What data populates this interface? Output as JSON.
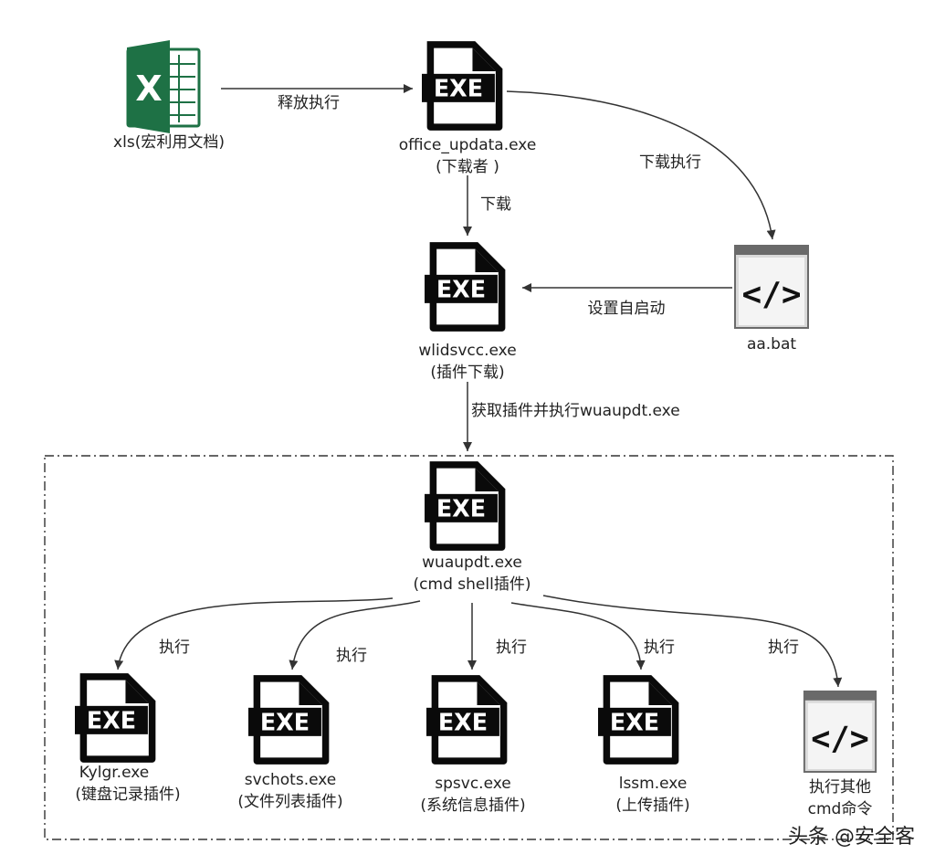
{
  "nodes": {
    "xls": {
      "label": "xls(宏利用文档)"
    },
    "office_updata": {
      "label": "office_updata.exe",
      "sub": "(下载者 )"
    },
    "wlidsvcc": {
      "label": "wlidsvcc.exe",
      "sub": "(插件下载)"
    },
    "aa_bat": {
      "label": "aa.bat"
    },
    "wuaupdt": {
      "label": "wuaupdt.exe",
      "sub": "(cmd shell插件)"
    },
    "kylgr": {
      "label": "Kylgr.exe",
      "sub": "(键盘记录插件)"
    },
    "svchots": {
      "label": "svchots.exe",
      "sub": "(文件列表插件)"
    },
    "spsvc": {
      "label": "spsvc.exe",
      "sub": "(系统信息插件)"
    },
    "lssm": {
      "label": "lssm.exe",
      "sub": "(上传插件)"
    },
    "other_cmd": {
      "label": "执行其他",
      "sub": "cmd命令"
    }
  },
  "edges": {
    "release": "释放执行",
    "download": "下载",
    "download_exec": "下载执行",
    "autostart": "设置自启动",
    "fetch_plugin": "获取插件并执行wuaupdt.exe",
    "exec1": "执行",
    "exec2": "执行",
    "exec3": "执行",
    "exec4": "执行",
    "exec5": "执行"
  },
  "icons": {
    "exe_text": "EXE",
    "bat_text": "</>",
    "excel_text": "X"
  },
  "watermark": "头条 @安全客",
  "colors": {
    "excel_green": "#1e7145",
    "icon_black": "#0a0a0a",
    "arrow": "#333333"
  }
}
